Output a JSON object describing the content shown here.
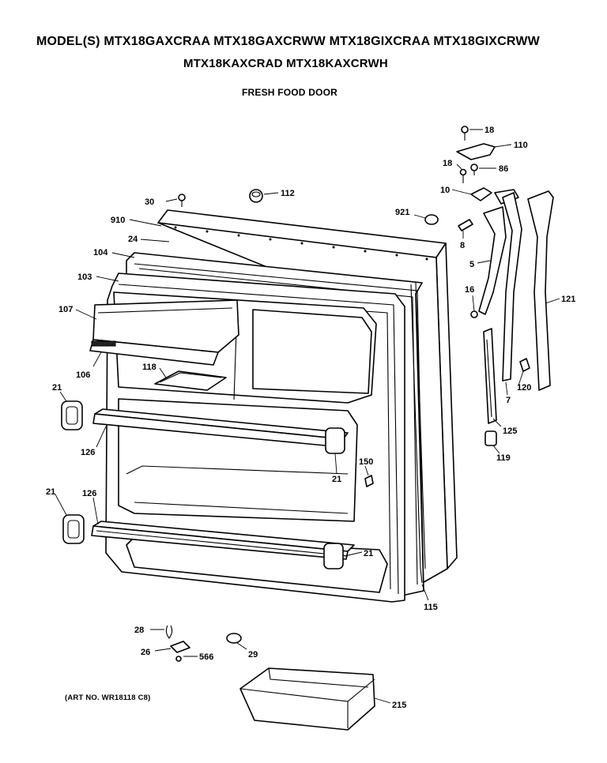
{
  "header": {
    "title_line1": "MODEL(S) MTX18GAXCRAA  MTX18GAXCRWW  MTX18GIXCRAA  MTX18GIXCRWW",
    "title_line2": "MTX18KAXCRAD  MTX18KAXCRWH",
    "section": "FRESH FOOD DOOR",
    "art_number": "(ART NO. WR18118 C8)"
  },
  "callouts": [
    {
      "id": "c18a",
      "label": "18"
    },
    {
      "id": "c110",
      "label": "110"
    },
    {
      "id": "c18b",
      "label": "18"
    },
    {
      "id": "c86",
      "label": "86"
    },
    {
      "id": "c10",
      "label": "10"
    },
    {
      "id": "c30",
      "label": "30"
    },
    {
      "id": "c112",
      "label": "112"
    },
    {
      "id": "c921",
      "label": "921"
    },
    {
      "id": "c910",
      "label": "910"
    },
    {
      "id": "c24",
      "label": "24"
    },
    {
      "id": "c8",
      "label": "8"
    },
    {
      "id": "c104",
      "label": "104"
    },
    {
      "id": "c5",
      "label": "5"
    },
    {
      "id": "c103",
      "label": "103"
    },
    {
      "id": "c121",
      "label": "121"
    },
    {
      "id": "c16",
      "label": "16"
    },
    {
      "id": "c107",
      "label": "107"
    },
    {
      "id": "c106",
      "label": "106"
    },
    {
      "id": "c118",
      "label": "118"
    },
    {
      "id": "c120",
      "label": "120"
    },
    {
      "id": "c21a",
      "label": "21"
    },
    {
      "id": "c7",
      "label": "7"
    },
    {
      "id": "c125",
      "label": "125"
    },
    {
      "id": "c126a",
      "label": "126"
    },
    {
      "id": "c119",
      "label": "119"
    },
    {
      "id": "c150",
      "label": "150"
    },
    {
      "id": "c21b",
      "label": "21"
    },
    {
      "id": "c21c",
      "label": "21"
    },
    {
      "id": "c126b",
      "label": "126"
    },
    {
      "id": "c21d",
      "label": "21"
    },
    {
      "id": "c115",
      "label": "115"
    },
    {
      "id": "c28",
      "label": "28"
    },
    {
      "id": "c26",
      "label": "26"
    },
    {
      "id": "c566",
      "label": "566"
    },
    {
      "id": "c29",
      "label": "29"
    },
    {
      "id": "c215",
      "label": "215"
    }
  ]
}
